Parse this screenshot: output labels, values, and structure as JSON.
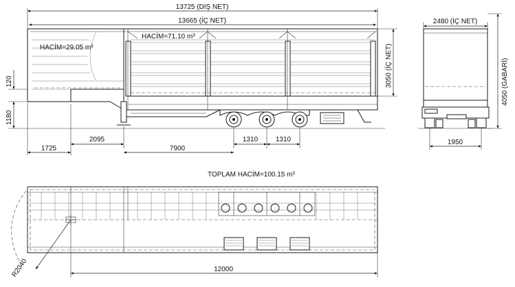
{
  "side_view": {
    "overall_length": "13725 (DIŞ NET)",
    "inner_length": "13665 (İÇ NET)",
    "front_volume": "HACİM=29.05 m³",
    "main_volume": "HACİM=71.10 m³",
    "inner_height": "3050 (İÇ NET)",
    "deck_step": "120",
    "deck_height": "1180",
    "dim_kingpin_to_support": "2095",
    "dim_front_overhang": "1725",
    "dim_support_to_axles": "7900",
    "dim_axle_spacing_1": "1310",
    "dim_axle_spacing_2": "1310"
  },
  "rear_view": {
    "inner_width": "2480 (İÇ NET)",
    "overall_height": "4050 (GABARİ)",
    "track_width": "1950"
  },
  "top_view": {
    "total_volume": "TOPLAM HACİM=100.15 m³",
    "turn_radius": "R2040",
    "length": "12000"
  }
}
